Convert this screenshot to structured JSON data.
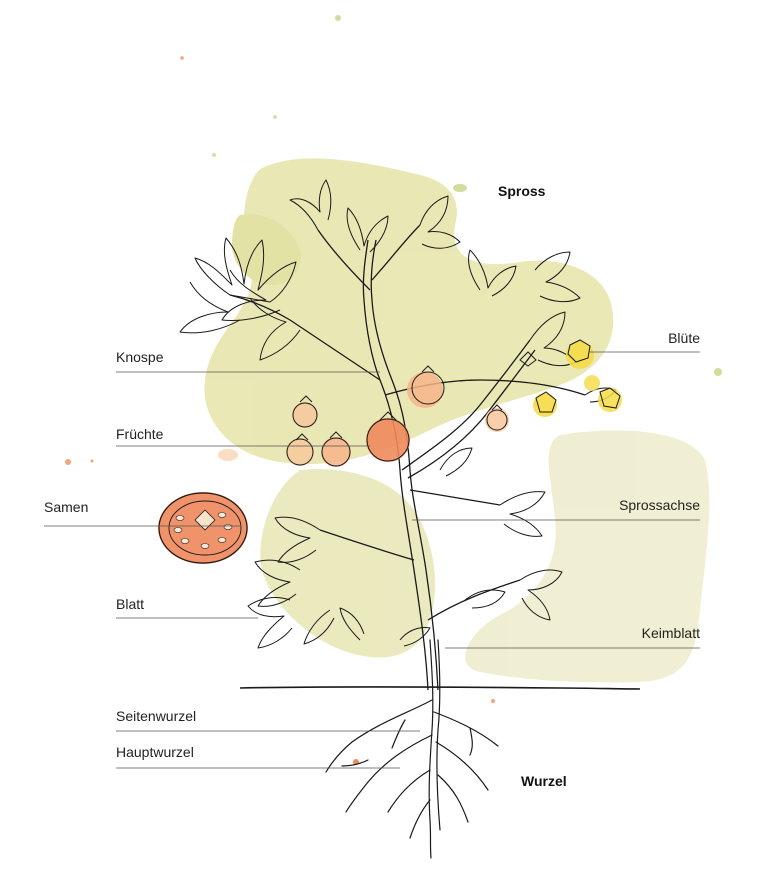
{
  "headings": {
    "shoot": "Spross",
    "root": "Wurzel"
  },
  "labels": {
    "bud": "Knospe",
    "fruits": "Früchte",
    "seeds": "Samen",
    "leaf": "Blatt",
    "lateral_root": "Seitenwurzel",
    "main_root": "Hauptwurzel",
    "flower": "Blüte",
    "stem": "Sprossachse",
    "cotyledon": "Keimblatt"
  },
  "colors": {
    "wash_green": "#e4e3a6",
    "wash_green_light": "#eeedc8",
    "tomato": "#f08a5d",
    "tomato_light": "#f7b48a",
    "tomato_pale": "#f7c79b",
    "flower_yellow": "#f5dc45",
    "ink": "#1a1a1a",
    "leader_line": "#555555"
  }
}
